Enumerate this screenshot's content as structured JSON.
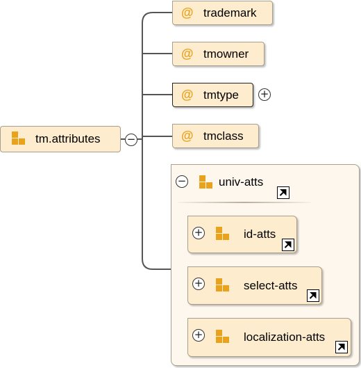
{
  "root": {
    "label": "tm.attributes",
    "toggle": "−"
  },
  "attributes": [
    {
      "label": "trademark",
      "icon": "@"
    },
    {
      "label": "tmowner",
      "icon": "@"
    },
    {
      "label": "tmtype",
      "icon": "@",
      "toggle": "+"
    },
    {
      "label": "tmclass",
      "icon": "@"
    }
  ],
  "group": {
    "label": "univ-atts",
    "toggle": "−",
    "children": [
      {
        "label": "id-atts",
        "toggle": "+"
      },
      {
        "label": "select-atts",
        "toggle": "+"
      },
      {
        "label": "localization-atts",
        "toggle": "+"
      }
    ]
  },
  "colors": {
    "node_fill": "#fdeccd",
    "accent": "#e8a21c",
    "container_fill": "#fdf7ee"
  }
}
